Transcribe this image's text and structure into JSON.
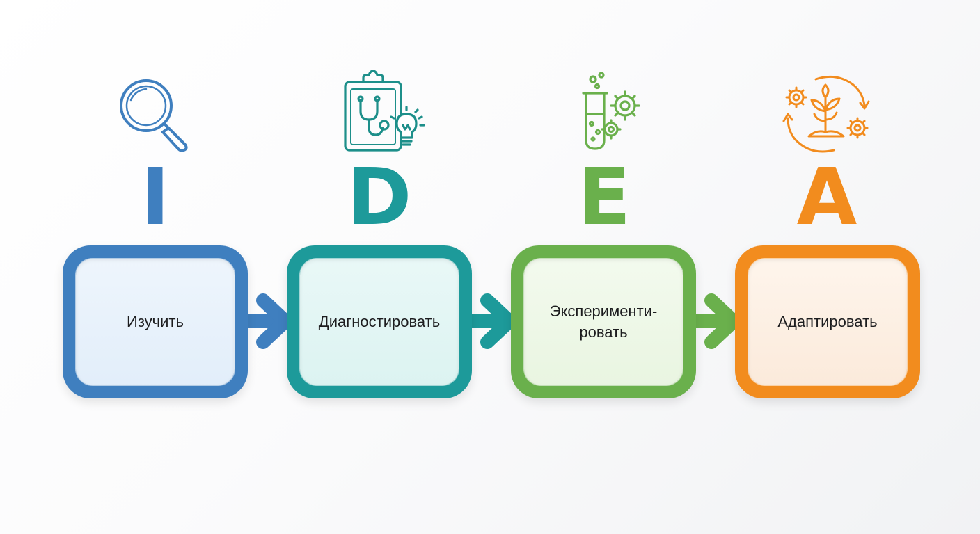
{
  "steps": [
    {
      "letter": "I",
      "label": "Изучить",
      "color": "#3f7fbf",
      "fill": "#e6f1fb",
      "icon": "magnifier-icon"
    },
    {
      "letter": "D",
      "label": "Диагностировать",
      "color": "#1d9a9a",
      "fill": "#e1f5f4",
      "icon": "clipboard-stethoscope-lightbulb-icon"
    },
    {
      "letter": "E",
      "label": "Экспериментировать",
      "label_display": "Эксперименти-\nровать",
      "color": "#6ab04c",
      "fill": "#eef7e6",
      "icon": "test-tube-gears-icon"
    },
    {
      "letter": "A",
      "label": "Адаптировать",
      "color": "#f28c1e",
      "fill": "#fdf0e2",
      "icon": "plant-cycle-gears-icon"
    }
  ],
  "connectors": [
    "arrow-right-icon",
    "arrow-right-icon",
    "arrow-right-icon"
  ]
}
